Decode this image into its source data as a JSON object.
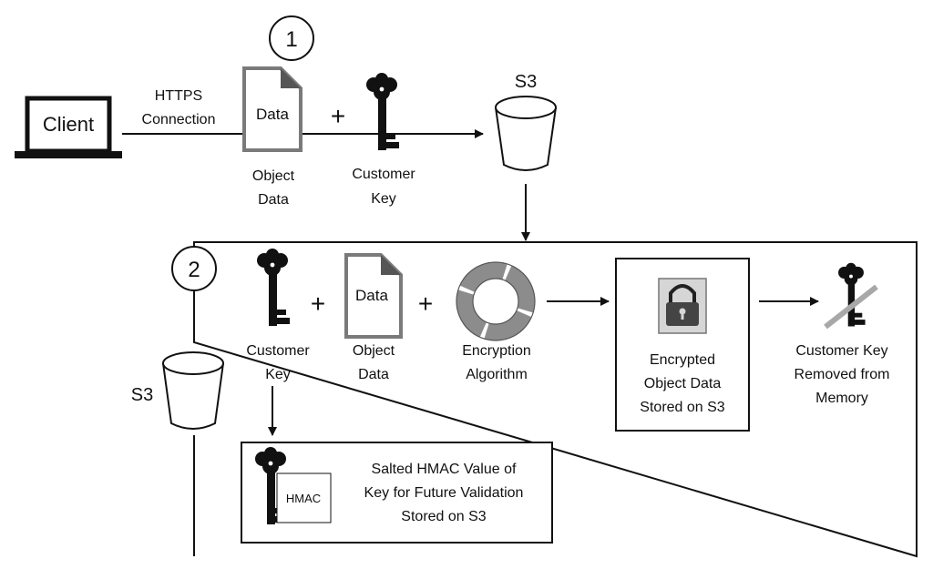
{
  "step1": {
    "number": "1",
    "client_label": "Client",
    "connection_label_line1": "HTTPS",
    "connection_label_line2": "Connection",
    "doc_label": "Data",
    "plus": "+",
    "object_data_line1": "Object",
    "object_data_line2": "Data",
    "customer_key_line1": "Customer",
    "customer_key_line2": "Key",
    "s3_label": "S3"
  },
  "step2": {
    "number": "2",
    "s3_label": "S3",
    "customer_key_line1": "Customer",
    "customer_key_line2": "Key",
    "plus": "+",
    "doc_label": "Data",
    "object_data_line1": "Object",
    "object_data_line2": "Data",
    "encryption_line1": "Encryption",
    "encryption_line2": "Algorithm",
    "encrypted_line1": "Encrypted",
    "encrypted_line2": "Object Data",
    "encrypted_line3": "Stored on S3",
    "removed_line1": "Customer Key",
    "removed_line2": "Removed from",
    "removed_line3": "Memory",
    "hmac_tag": "HMAC",
    "hmac_line1": "Salted HMAC Value of",
    "hmac_line2": "Key for Future Validation",
    "hmac_line3": "Stored on S3"
  },
  "colors": {
    "ink": "#111111",
    "doc_border": "#7a7a7a",
    "doc_corner": "#555555",
    "cycle_gray": "#8c8c8c",
    "lock_bg": "#d6d6d6",
    "slash": "#a8a8a8"
  }
}
